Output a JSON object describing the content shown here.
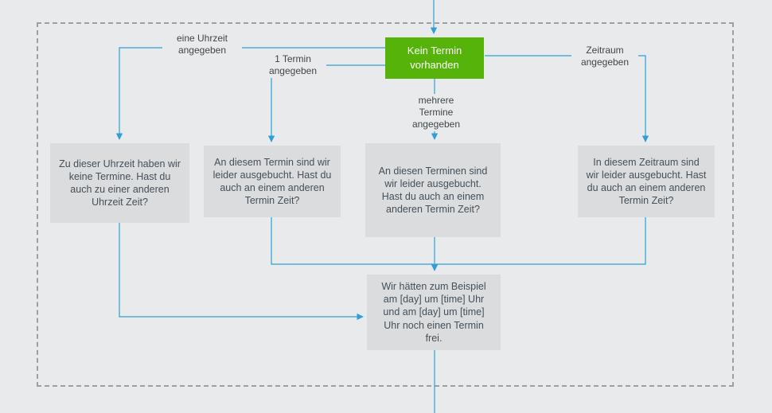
{
  "diagram": {
    "root_label": "Kein Termin\nvorhanden",
    "edge_labels": {
      "eine_uhrzeit": "eine Uhrzeit\nangegeben",
      "ein_termin": "1 Termin\nangegeben",
      "mehrere_termine": "mehrere\nTermine\nangegeben",
      "zeitraum": "Zeitraum\nangegeben"
    },
    "nodes": {
      "uhrzeit": "Zu dieser Uhrzeit haben wir keine Termine. Hast du auch zu einer anderen Uhrzeit Zeit?",
      "ein_termin": "An diesem Termin sind wir leider ausgebucht. Hast du auch an einem anderen Termin Zeit?",
      "mehrere_termine": "An diesen Terminen sind wir leider ausgebucht. Hast du auch an einem anderen Termin Zeit?",
      "zeitraum": "In diesem Zeitraum sind wir leider ausgebucht. Hast du auch an einem anderen Termin Zeit?",
      "beispiel": "Wir hätten zum Beispiel am [day] um [time] Uhr und am [day] um [time] Uhr noch einen Termin frei."
    },
    "colors": {
      "background": "#e9eaeb",
      "frame_border": "#9aa0a3",
      "root_fill": "#55b30a",
      "root_text": "#ffffff",
      "node_fill": "#dbdcdd",
      "node_text": "#44505a",
      "connector": "#2f9fd6"
    }
  }
}
